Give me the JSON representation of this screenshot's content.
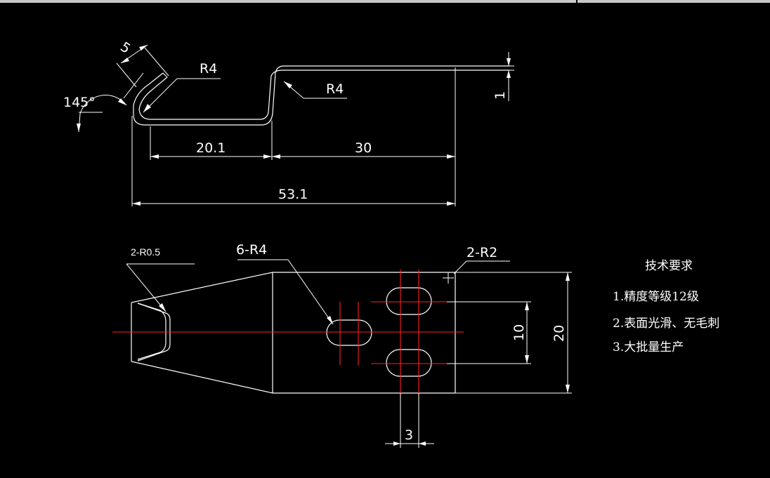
{
  "top_view": {
    "dim_5": "5",
    "dim_r4_left": "R4",
    "dim_r4_right": "R4",
    "dim_145": "145°",
    "dim_20_1": "20.1",
    "dim_30": "30",
    "dim_53_1": "53.1",
    "dim_1": "1"
  },
  "plan_view": {
    "label_2_r05": "2-R0.5",
    "label_6_r4": "6-R4",
    "label_2_r2": "2-R2",
    "dim_10": "10",
    "dim_20": "20",
    "dim_3": "3"
  },
  "tech_requirements": {
    "title": "技术要求",
    "items": [
      "1.精度等级12级",
      "2.表面光滑、无毛刺",
      "3.大批量生产"
    ]
  },
  "colors": {
    "background": "#000000",
    "lines": "#ffffff",
    "centerlines": "#ff2020"
  }
}
